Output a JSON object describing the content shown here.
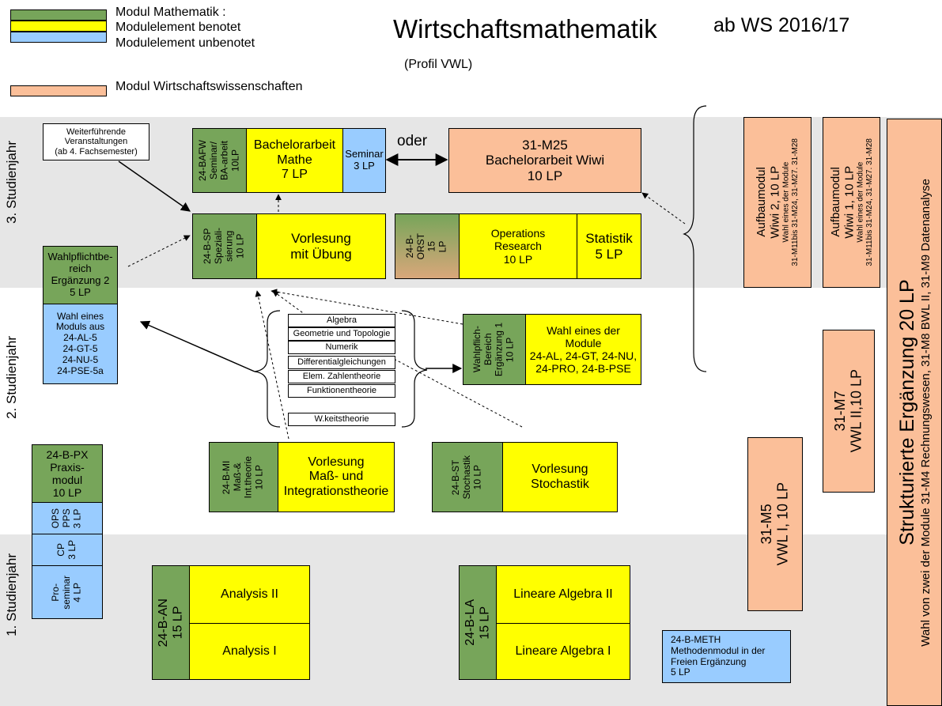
{
  "title": "Wirtschaftsmathematik",
  "semester": "ab WS 2016/17",
  "profile": "(Profil  VWL)",
  "legend": {
    "math_module": "Modul Mathematik :",
    "graded": "Modulelement benotet",
    "ungraded": "Modulelement unbenotet",
    "wiwi_module": "Modul Wirtschaftswissenschaften"
  },
  "colors": {
    "math": "#77a55a",
    "graded": "#ffff00",
    "ungraded": "#99ccff",
    "wiwi": "#fbbf99",
    "band": "#e6e6e6"
  },
  "years": {
    "y3": "3. Studienjahr",
    "y2": "2. Studienjahr",
    "y1": "1. Studienjahr"
  },
  "y3": {
    "weiterfuehrend": "Weiterführende\nVeranstaltungen\n(ab 4. Fachsemester)",
    "bafw": "24-BAFW\nSeminar/\nBA-arbeit\n10LP",
    "ba_mathe": "Bachelorarbeit\nMathe\n7 LP",
    "seminar": "Seminar\n3 LP",
    "oder": "oder",
    "ba_wiwi": "31-M25\nBachelorarbeit Wiwi\n10 LP",
    "sp": "24-B-SP\nSpeziali-\nsierung\n10 LP",
    "vorlesung_uebung": "Vorlesung\nmit Übung",
    "orst": "24-B-\nORST\n15\nLP",
    "or": "Operations\nResearch\n10 LP",
    "statistik": "Statistik\n5 LP",
    "wahlpflicht2": "Wahlpflichtbe-\nreich\nErgänzung 2\n5 LP",
    "wahl_eines": "Wahl eines\nModuls aus\n24-AL-5\n24-GT-5\n24-NU-5\n24-PSE-5a",
    "aufbau2": "Aufbaumodul\nWiwi 2, 10 LP",
    "aufbau2_note": "Wahl eines der Module\n31-M11bis 31-M24, 31-M27. 31-M28",
    "aufbau1": "Aufbaumodul\nWiwi 1, 10 LP",
    "aufbau1_note": "Wahl eines der Module\n31-M11bis 31-M24, 31-M27. 31-M28",
    "strukturiert": "Strukturierte Ergänzung 20 LP",
    "strukturiert_note": "Wahl von zwei der Module 31-M4 Rechnungswesen, 31-M8 BWL II, 31-M9 Datenanalyse"
  },
  "y2": {
    "topics": [
      "Algebra",
      "Geometrie und Topologie",
      "Numerik",
      "Differentialgleichungen",
      "Elem. Zahlentheorie",
      "Funktionentheorie"
    ],
    "wkeit": "W.keitstheorie",
    "wahlpflicht1": "Wahlpflich-\nBereich\nErgänzung 1\n10 LP",
    "wahl_module": "Wahl eines der\nModule\n24-AL, 24-GT, 24-NU,\n24-PRO, 24-B-PSE",
    "px": "24-B-PX\nPraxis-\nmodul\n10 LP",
    "ops": "OPS\nPPS\n3 LP",
    "cp": "CP\n3 LP",
    "mi": "24-B-MI\nMaß-&\nInt.theorie\n10 LP",
    "mi_vorlesung": "Vorlesung\nMaß- und\nIntegrationstheorie",
    "st": "24-B-ST\nStochastik\n10 LP",
    "st_vorlesung": "Vorlesung\nStochastik",
    "m7": "31-M7\nVWL II,10 LP",
    "m5": "31-M5\nVWL I, 10 LP"
  },
  "y1": {
    "proseminar": "Pro-\nseminar\n4 LP",
    "an": "24-B-AN\n15 LP",
    "analysis2": "Analysis II",
    "analysis1": "Analysis I",
    "la": "24-B-LA\n15 LP",
    "la2": "Lineare Algebra II",
    "la1": "Lineare Algebra I",
    "meth": "24-B-METH\nMethodenmodul in der\nFreien Ergänzung\n5 LP"
  }
}
